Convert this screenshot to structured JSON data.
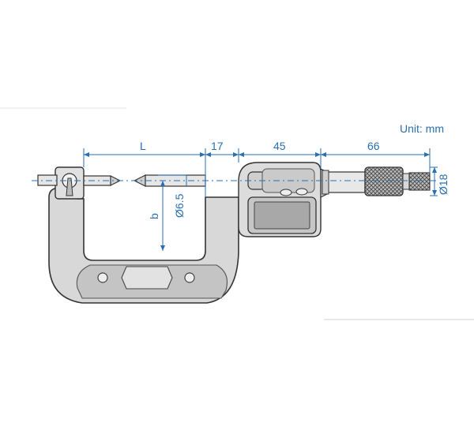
{
  "unit_label": "Unit: mm",
  "dimensions": {
    "L": "L",
    "d17": "17",
    "d45": "45",
    "d66": "66",
    "dia18": "Ø18",
    "dia65": "Ø6.5",
    "b": "b"
  },
  "colors": {
    "dimension": "#2a6fb0",
    "frame_fill": "#d7d7d7",
    "outline": "#333333"
  }
}
